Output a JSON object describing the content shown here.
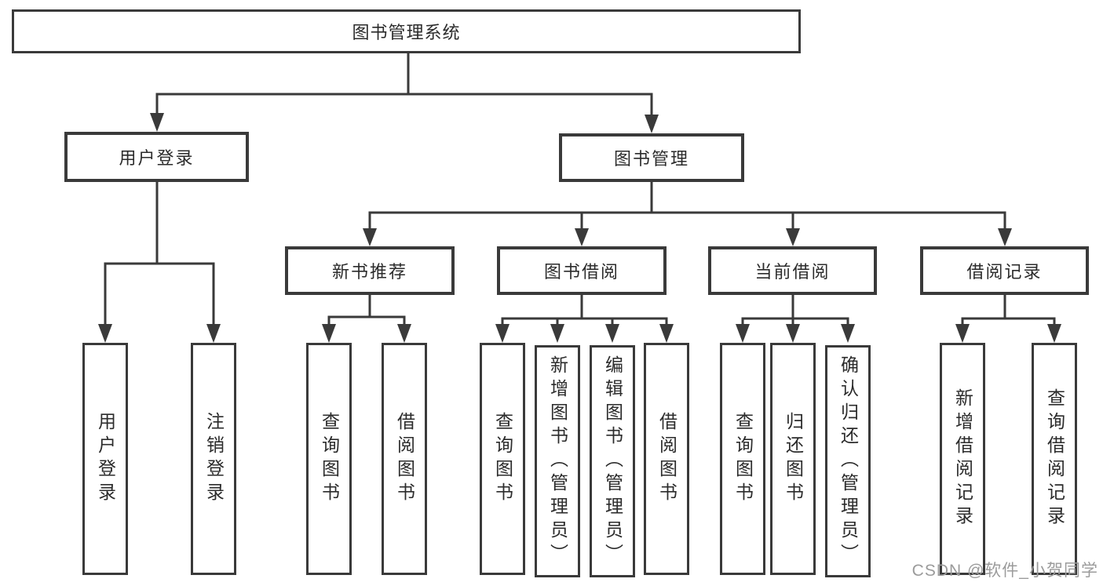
{
  "diagram": {
    "root": "图书管理系统",
    "level2": [
      "用户登录",
      "图书管理"
    ],
    "level3": [
      "新书推荐",
      "图书借阅",
      "当前借阅",
      "借阅记录"
    ],
    "leaves": {
      "user_login": [
        "用户登录",
        "注销登录"
      ],
      "new_book_recommend": [
        "查询图书",
        "借阅图书"
      ],
      "book_borrow": [
        "查询图书",
        "新增图书（管理员）",
        "编辑图书（管理员）",
        "借阅图书"
      ],
      "current_borrow": [
        "查询图书",
        "归还图书",
        "确认归还（管理员）"
      ],
      "borrow_records": [
        "新增借阅记录",
        "查询借阅记录"
      ]
    }
  },
  "watermark": "CSDN @软件_小贺同学",
  "colors": {
    "line": "#3a3a3a",
    "text": "#2b2b2b",
    "background": "#ffffff",
    "watermark": "#9b9b9b"
  }
}
